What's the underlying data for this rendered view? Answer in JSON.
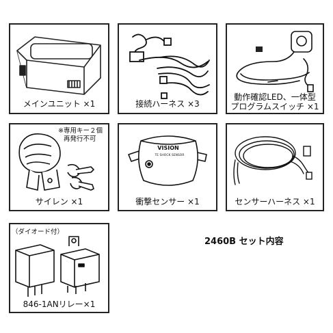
{
  "items": [
    {
      "label": "メインユニット ×1"
    },
    {
      "label": "接続ハーネス ×3"
    },
    {
      "label_line1": "動作確認LED、一体型",
      "label_line2": "プログラムスイッチ ×1"
    },
    {
      "label": "サイレン ×1",
      "note_line1": "※専用キー２個",
      "note_line2": "再発行不可"
    },
    {
      "label": "衝撃センサー ×1",
      "device_text1": "VISION",
      "device_text2": "TE SHOCK SENSOR"
    },
    {
      "label": "センサーハーネス ×1"
    },
    {
      "label": "846-1ANリレー×1",
      "note": "（ダイオード付）"
    }
  ],
  "set_title": "2460B セット内容"
}
